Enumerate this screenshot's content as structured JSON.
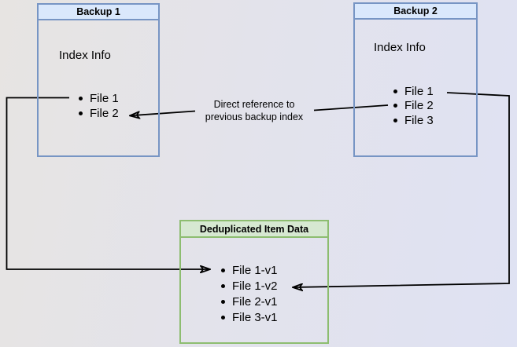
{
  "diagram": {
    "nodes": {
      "backup1": {
        "title": "Backup 1",
        "info": "Index Info",
        "items": [
          "File 1",
          "File 2"
        ]
      },
      "backup2": {
        "title": "Backup 2",
        "info": "Index Info",
        "items": [
          "File 1",
          "File 2",
          "File 3"
        ]
      },
      "dedup": {
        "title": "Deduplicated Item Data",
        "items": [
          "File 1-v1",
          "File 1-v2",
          "File 2-v1",
          "File 3-v1"
        ]
      }
    },
    "edges": {
      "direct_reference_label": "Direct reference to\nprevious backup index"
    },
    "colors": {
      "blue_header_fill": "#dae8fc",
      "blue_border": "#7795c4",
      "green_header_fill": "#d6e8d1",
      "green_border": "#8dbd70",
      "arrow": "#000000",
      "background_left": "#e7e4e2",
      "background_right": "#dfe2f3"
    }
  }
}
